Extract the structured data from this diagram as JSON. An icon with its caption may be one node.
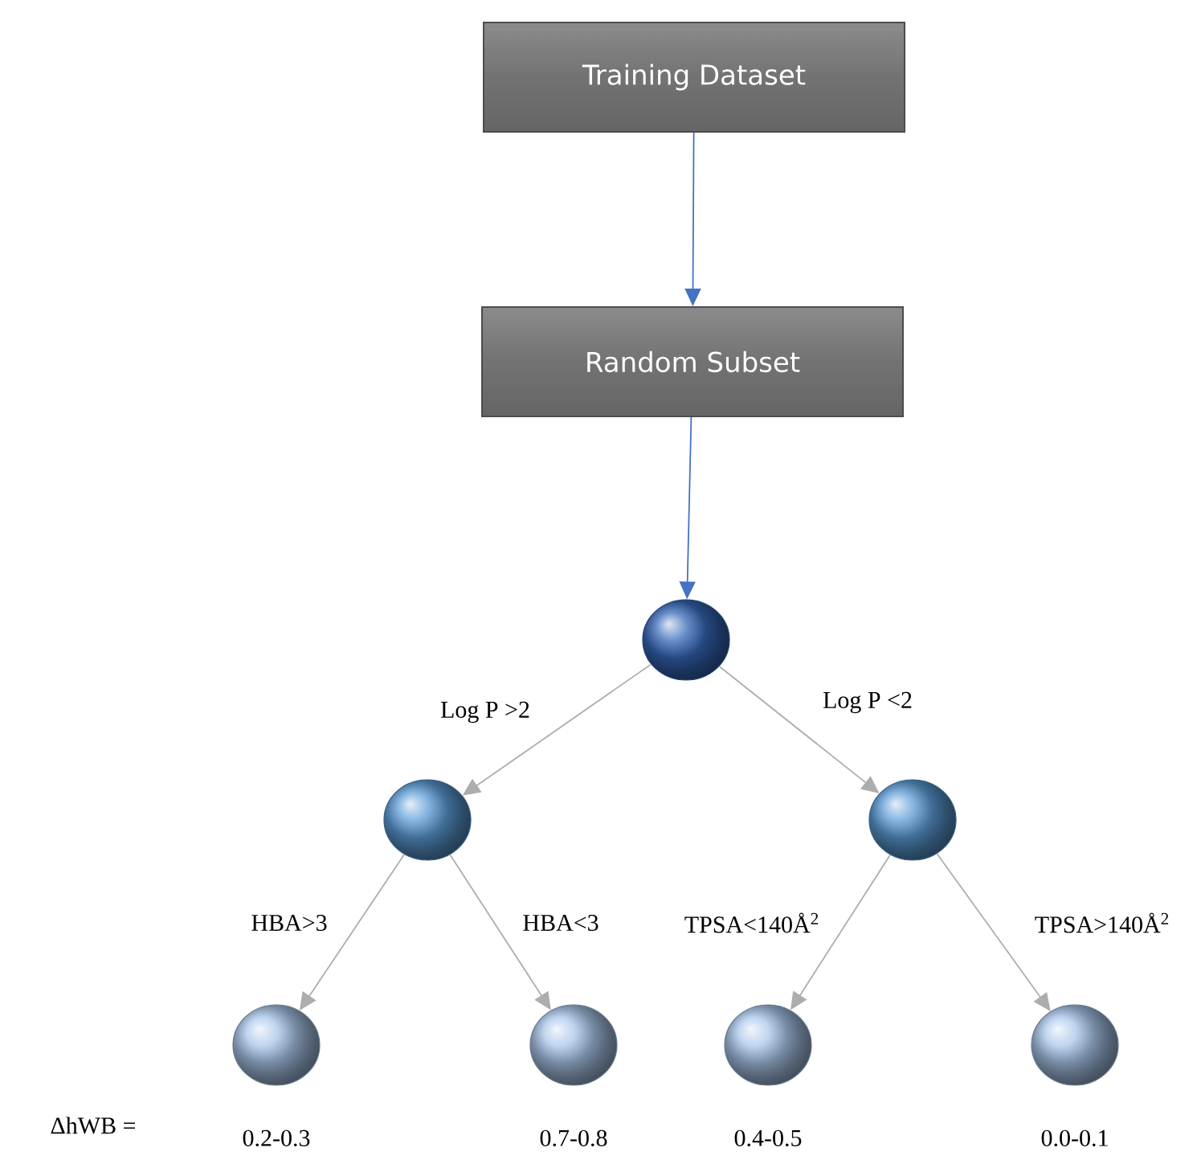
{
  "diagram": {
    "nodes": [
      {
        "text": [
          "Training Dataset"
        ]
      },
      {
        "text": [
          "Random Subset"
        ]
      },
      {
        "text": [],
        "shape": "circle"
      },
      {
        "text": [],
        "shape": "circle"
      },
      {
        "text": [],
        "shape": "circle"
      },
      {
        "text": [],
        "shape": "circle",
        "beside": [
          "0.2-0.3"
        ]
      },
      {
        "text": [],
        "shape": "circle",
        "beside": [
          "0.7-0.8"
        ]
      },
      {
        "text": [],
        "shape": "circle",
        "beside": [
          "0.4-0.5"
        ]
      },
      {
        "text": [],
        "shape": "circle",
        "beside": [
          "0.0-0.1"
        ]
      }
    ],
    "edges": [
      {
        "from": 0,
        "to": 1,
        "arrow": "to",
        "color": "#4472c4"
      },
      {
        "from": 1,
        "to": 2,
        "arrow": "to",
        "color": "#4472c4"
      },
      {
        "from": 2,
        "to": 3,
        "arrow": "to",
        "label": "Log P >2"
      },
      {
        "from": 2,
        "to": 4,
        "arrow": "to",
        "label": "Log P <2"
      },
      {
        "from": 3,
        "to": 5,
        "arrow": "to",
        "label": "HBA>3"
      },
      {
        "from": 3,
        "to": 6,
        "arrow": "to",
        "label": "HBA<3"
      },
      {
        "from": 4,
        "to": 7,
        "arrow": "to",
        "label": "TPSA<140Å$^{2}$"
      },
      {
        "from": 4,
        "to": 8,
        "arrow": "to",
        "label": "TPSA>140Å$^{2}$"
      }
    ],
    "labels": [
      "ΔhWB ="
    ]
  }
}
